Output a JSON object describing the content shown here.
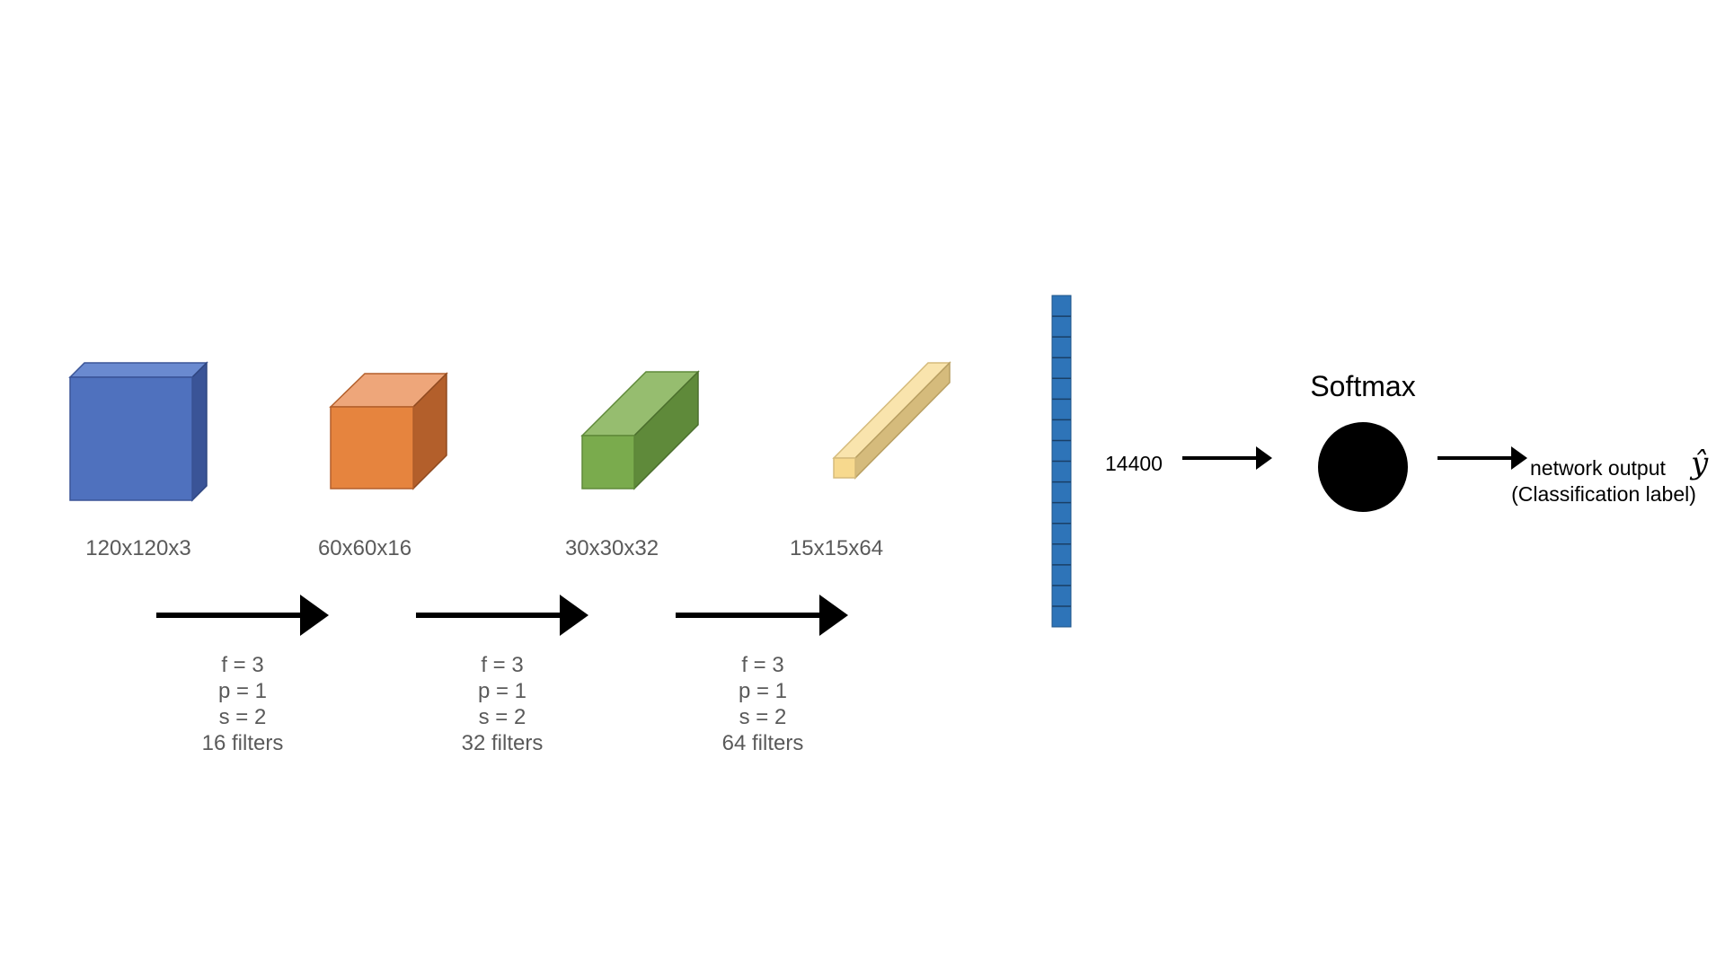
{
  "volumes": [
    {
      "label": "120x120x3",
      "front": "#4f71be",
      "top": "#6a8ad0",
      "side": "#3a5497"
    },
    {
      "label": "60x60x16",
      "front": "#e6843e",
      "top": "#eea67a",
      "side": "#b35f2b"
    },
    {
      "label": "30x30x32",
      "front": "#7aab4d",
      "top": "#96bd6f",
      "side": "#5f8a3a"
    },
    {
      "label": "15x15x64",
      "front": "#f7d98e",
      "top": "#f9e4ad",
      "side": "#d5bb7c"
    }
  ],
  "layers": [
    {
      "f": "f = 3",
      "p": "p = 1",
      "s": "s = 2",
      "filters": "16 filters"
    },
    {
      "f": "f = 3",
      "p": "p = 1",
      "s": "s = 2",
      "filters": "32 filters"
    },
    {
      "f": "f = 3",
      "p": "p = 1",
      "s": "s = 2",
      "filters": "64 filters"
    }
  ],
  "flatten": {
    "size_label": "14400",
    "color": "#2e74b8"
  },
  "softmax": {
    "label": "Softmax"
  },
  "output": {
    "line1": "network output",
    "line2": "(Classification label)",
    "symbol": "ŷ"
  }
}
